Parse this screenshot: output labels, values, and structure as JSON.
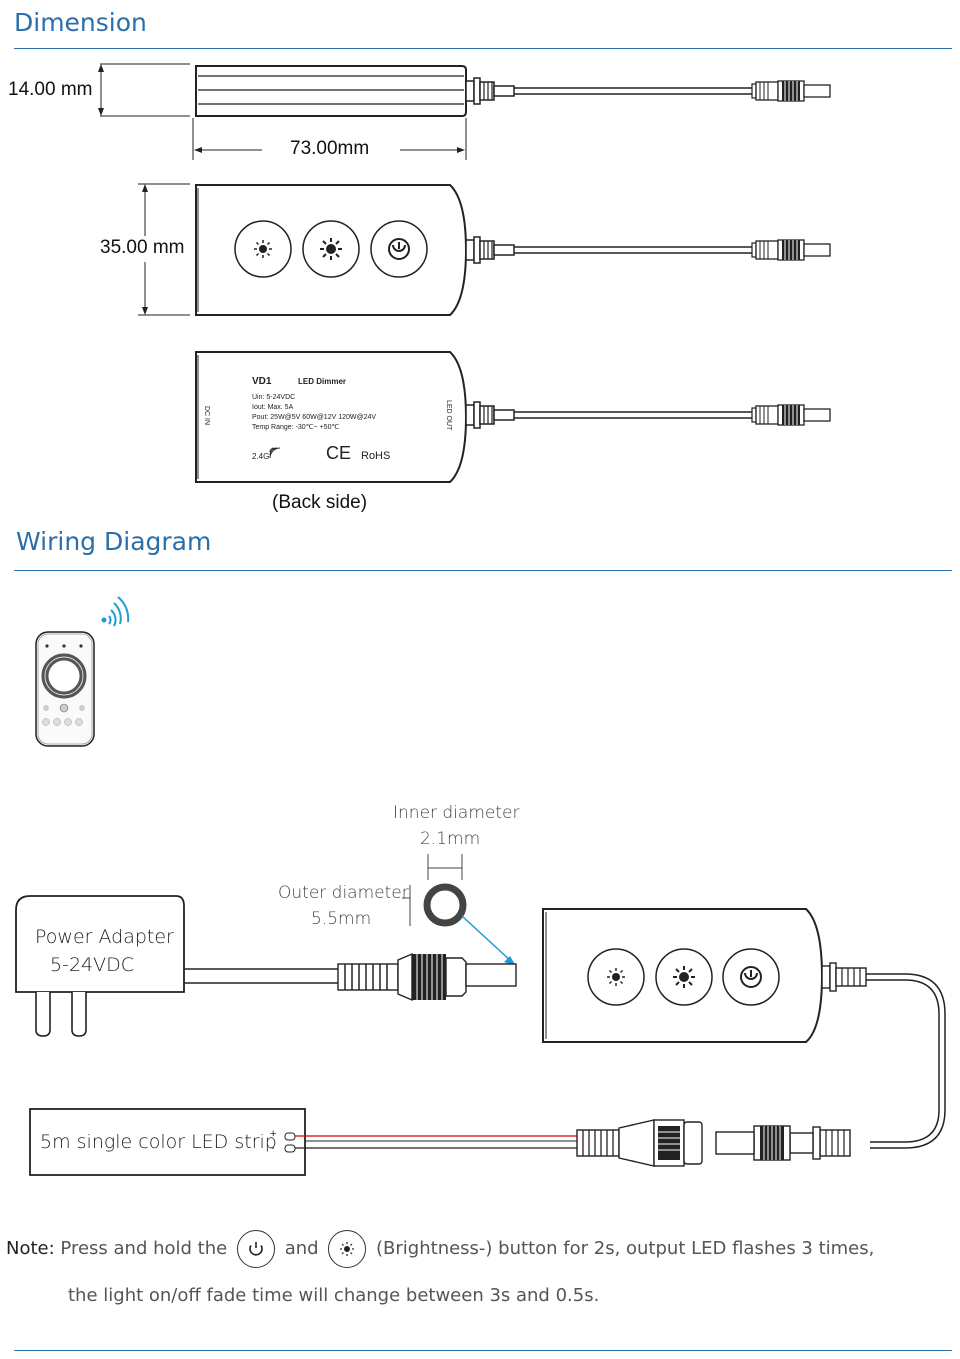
{
  "sections": {
    "dimension_title": "Dimension",
    "wiring_title": "Wiring Diagram"
  },
  "dimensions": {
    "height": "14.00 mm",
    "length": "73.00mm",
    "width": "35.00 mm",
    "back_side": "(Back side)"
  },
  "label": {
    "model": "VD1",
    "product": "LED Dimmer",
    "uin": "Uin:  5-24VDC",
    "iout": "Iout:  Max. 5A",
    "pout": "Pout: 25W@5V  60W@12V  120W@24V",
    "temp": "Temp Range: -30℃~ +50℃",
    "freq": "2.4G",
    "ce": "CE",
    "rohs": "RoHS",
    "dc_in": "DC IN",
    "led_out": "LED OUT"
  },
  "wiring": {
    "inner_diameter_label": "Inner diameter",
    "inner_diameter_value": "2.1mm",
    "outer_diameter_label": "Outer diameter",
    "outer_diameter_value": "5.5mm",
    "adapter_line1": "Power Adapter",
    "adapter_line2": "5-24VDC",
    "strip_label": "5m single color LED strip",
    "plus": "+",
    "minus": "-"
  },
  "note": {
    "prefix": "Note:",
    "part1": "Press and hold the",
    "and": "and",
    "part2": "(Brightness-) button for 2s, output LED flashes 3 times,",
    "line2": "the light on/off fade time will change between 3s and 0.5s."
  },
  "icons": {
    "brightness_down": "sun-small-icon",
    "brightness_up": "sun-large-icon",
    "power": "power-icon",
    "wireless": "wireless-icon"
  },
  "colors": {
    "accent": "#2a6fad",
    "pointer": "#1e9bd7",
    "cable_red": "#d00000"
  }
}
